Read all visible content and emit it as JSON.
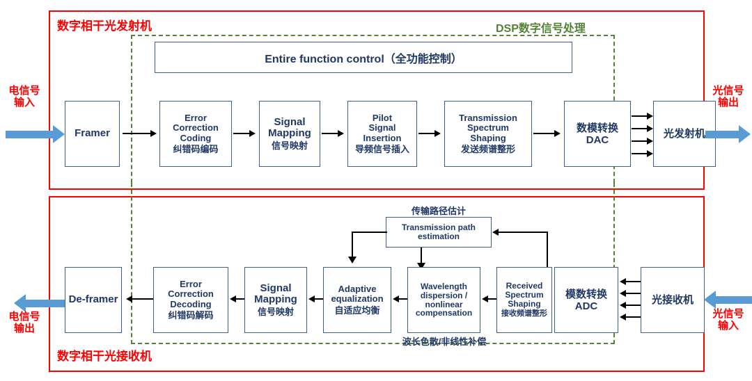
{
  "diagram": {
    "title_tx": "数字相干光发射机",
    "title_rx": "数字相干光接收机",
    "dsp_label": "DSP数字信号处理",
    "control_bar": "Entire function control（全功能控制）"
  },
  "io": {
    "elec_in": "电信号\n输入",
    "elec_in_l1": "电信号",
    "elec_in_l2": "输入",
    "opt_out_l1": "光信号",
    "opt_out_l2": "输出",
    "elec_out_l1": "电信号",
    "elec_out_l2": "输出",
    "opt_in_l1": "光信号",
    "opt_in_l2": "输入"
  },
  "tx_blocks": [
    {
      "en": "Framer",
      "cn": ""
    },
    {
      "en": "Error\nCorrection\nCoding",
      "en_l1": "Error",
      "en_l2": "Correction",
      "en_l3": "Coding",
      "cn": "纠错码编码"
    },
    {
      "en_l1": "Signal",
      "en_l2": "Mapping",
      "cn": "信号映射"
    },
    {
      "en_l1": "Pilot",
      "en_l2": "Signal",
      "en_l3": "Insertion",
      "cn": "导频信号插入"
    },
    {
      "en_l1": "Transmission",
      "en_l2": "Spectrum",
      "en_l3": "Shaping",
      "cn": "发送频谱整形"
    },
    {
      "cn_l1": "数模转换",
      "cn_l2": "DAC"
    },
    {
      "cn": "光发射机"
    }
  ],
  "rx_blocks": [
    {
      "en": "De-framer"
    },
    {
      "en_l1": "Error",
      "en_l2": "Correction",
      "en_l3": "Decoding",
      "cn": "纠错码解码"
    },
    {
      "en_l1": "Signal",
      "en_l2": "Mapping",
      "cn": "信号映射"
    },
    {
      "en_l1": "Adaptive",
      "en_l2": "equalization",
      "cn": "自适应均衡"
    },
    {
      "en_l1": "Wavelength",
      "en_l2": "dispersion /",
      "en_l3": "nonlinear",
      "en_l4": "compensation",
      "cn": ""
    },
    {
      "en_l1": "Received",
      "en_l2": "Spectrum",
      "en_l3": "Shaping",
      "cn": "接收频谱整形"
    },
    {
      "cn_l1": "模数转换",
      "cn_l2": "ADC"
    },
    {
      "cn": "光接收机"
    }
  ],
  "rx_extra": {
    "tpe_en_l1": "Transmission path",
    "tpe_en_l2": "estimation",
    "tpe_cn": "传输路径估计",
    "wdnc_cn": "波长色散/非线性补偿"
  },
  "colors": {
    "red": "#FF0000",
    "green": "#548235",
    "navy": "#1F3864",
    "box_border": "#3E5E8E",
    "io_arrow": "#5B9BD5"
  }
}
